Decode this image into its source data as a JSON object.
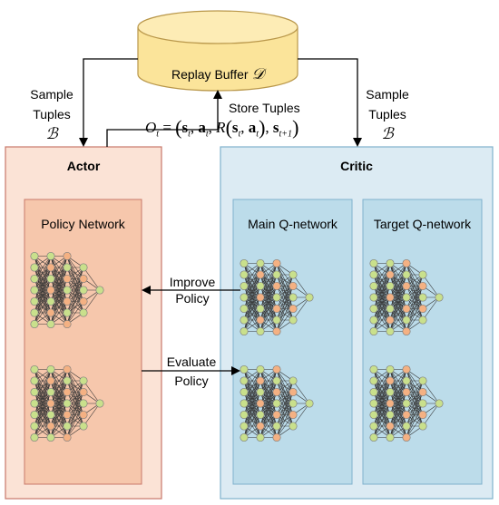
{
  "replay_buffer": {
    "label": "Replay Buffer",
    "symbol": "𝒟"
  },
  "left_arrow": {
    "label_line1": "Sample",
    "label_line2": "Tuples",
    "symbol": "ℬ"
  },
  "right_arrow": {
    "label_line1": "Sample",
    "label_line2": "Tuples",
    "symbol": "ℬ"
  },
  "store": {
    "label": "Store Tuples",
    "formula": {
      "lhs": "O",
      "lhs_sub": "t",
      "s": "s",
      "a": "a",
      "t": "t",
      "R": "R",
      "next_sub": "t+1"
    }
  },
  "actor": {
    "title": "Actor",
    "network": "Policy Network"
  },
  "critic": {
    "title": "Critic",
    "main": "Main Q-network",
    "target": "Target Q-network"
  },
  "improve": {
    "line1": "Improve",
    "line2": "Policy"
  },
  "evaluate": {
    "line1": "Evaluate",
    "line2": "Policy"
  },
  "colors": {
    "actor_fill": "#fbe3d6",
    "actor_inner": "#f6c7ac",
    "actor_border": "#c8786a",
    "critic_fill": "#dcebf3",
    "critic_inner": "#bcdcea",
    "critic_border": "#7fb2cc",
    "db_fill": "#fbe49a",
    "db_top": "#fdecb5",
    "db_border": "#b9974a",
    "node_orange": "#f4b183",
    "node_green": "#c9e08c",
    "node_border": "#7f7f7f"
  }
}
